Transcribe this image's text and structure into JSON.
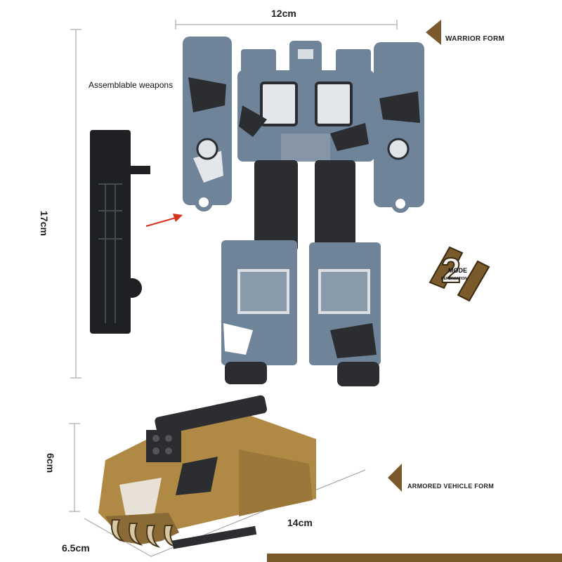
{
  "labels": {
    "width_top": "12cm",
    "height_side": "17cm",
    "weapons_note": "Assemblable weapons",
    "warrior_form": "WARRIOR FORM",
    "vehicle_form": "ARMORED VEHICLE FORM",
    "vehicle_height": "6cm",
    "vehicle_length": "14cm",
    "vehicle_width": "6.5cm"
  },
  "badge": {
    "number": "2",
    "top_text": "MODE",
    "bottom_text": "DEFORMATION"
  },
  "colors": {
    "robot_blue": "#6f8499",
    "robot_dark": "#2b2d31",
    "tank_tan": "#b08a45",
    "arrow_brown": "#7a5a2a",
    "callout_red": "#d9331f"
  }
}
